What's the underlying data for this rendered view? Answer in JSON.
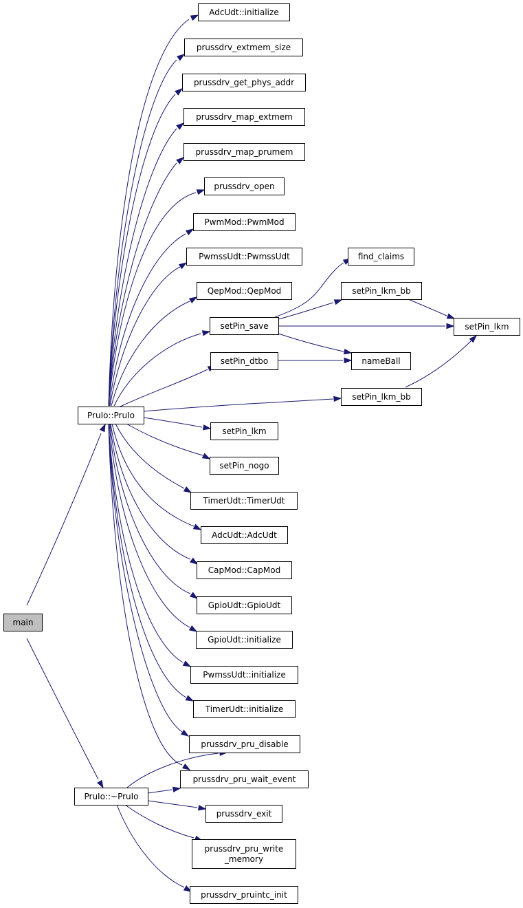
{
  "colors": {
    "edge": "#191970",
    "node_fill": "#ffffff",
    "root_fill": "#bfbfbf",
    "node_border": "#000000"
  },
  "nodes": [
    {
      "id": "main",
      "label": "main",
      "root": true
    },
    {
      "id": "pruio_ctor",
      "label": "PruIo::PruIo"
    },
    {
      "id": "pruio_dtor",
      "label": "PruIo::~PruIo"
    },
    {
      "id": "adcudt_initialize",
      "label": "AdcUdt::initialize"
    },
    {
      "id": "prussdrv_extmem_size",
      "label": "prussdrv_extmem_size"
    },
    {
      "id": "prussdrv_get_phys_addr",
      "label": "prussdrv_get_phys_addr"
    },
    {
      "id": "prussdrv_map_extmem",
      "label": "prussdrv_map_extmem"
    },
    {
      "id": "prussdrv_map_prumem",
      "label": "prussdrv_map_prumem"
    },
    {
      "id": "prussdrv_open",
      "label": "prussdrv_open"
    },
    {
      "id": "pwmmod_ctor",
      "label": "PwmMod::PwmMod"
    },
    {
      "id": "pwmssudt_ctor",
      "label": "PwmssUdt::PwmssUdt"
    },
    {
      "id": "qepmod_ctor",
      "label": "QepMod::QepMod"
    },
    {
      "id": "setpin_save",
      "label": "setPin_save"
    },
    {
      "id": "setpin_dtbo",
      "label": "setPin_dtbo"
    },
    {
      "id": "setpin_lkm_bb_b",
      "label": "setPin_lkm_bb"
    },
    {
      "id": "setpin_lkm_b",
      "label": "setPin_lkm"
    },
    {
      "id": "setpin_nogo",
      "label": "setPin_nogo"
    },
    {
      "id": "timerudt_ctor",
      "label": "TimerUdt::TimerUdt"
    },
    {
      "id": "adcudt_ctor",
      "label": "AdcUdt::AdcUdt"
    },
    {
      "id": "capmod_ctor",
      "label": "CapMod::CapMod"
    },
    {
      "id": "gpioudt_ctor",
      "label": "GpioUdt::GpioUdt"
    },
    {
      "id": "gpioudt_initialize",
      "label": "GpioUdt::initialize"
    },
    {
      "id": "pwmssudt_initialize",
      "label": "PwmssUdt::initialize"
    },
    {
      "id": "timerudt_initialize",
      "label": "TimerUdt::initialize"
    },
    {
      "id": "prussdrv_pru_disable",
      "label": "prussdrv_pru_disable"
    },
    {
      "id": "prussdrv_pru_wait_event",
      "label": "prussdrv_pru_wait_event"
    },
    {
      "id": "prussdrv_exit",
      "label": "prussdrv_exit"
    },
    {
      "id": "prussdrv_pru_write_memory",
      "label": "prussdrv_pru_write\n_memory"
    },
    {
      "id": "prussdrv_pruintc_init",
      "label": "prussdrv_pruintc_init"
    },
    {
      "id": "find_claims",
      "label": "find_claims"
    },
    {
      "id": "setpin_lkm_bb_a",
      "label": "setPin_lkm_bb"
    },
    {
      "id": "setpin_lkm_a",
      "label": "setPin_lkm"
    },
    {
      "id": "nameball",
      "label": "nameBall"
    }
  ]
}
